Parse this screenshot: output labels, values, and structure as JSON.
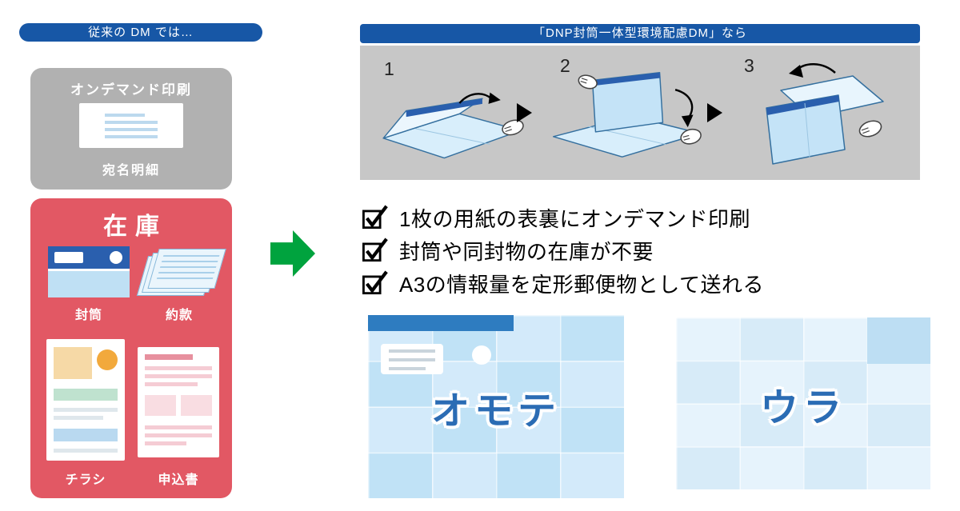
{
  "colors": {
    "header_blue": "#1757a6",
    "illustration_blue": "#2a5fae",
    "sheet_light_blue": "#cfe9fa",
    "stock_red": "#e25864",
    "arrow_green": "#00a33e",
    "panel_gray": "#c7c7c7",
    "box_gray": "#b1b1b1",
    "label_blue": "#2b6cb4"
  },
  "left": {
    "header": "従来の DM では…",
    "ondemand": {
      "title": "オンデマンド印刷",
      "caption": "宛名明細"
    },
    "stock": {
      "title": "在庫",
      "items": [
        {
          "label": "封筒"
        },
        {
          "label": "約款"
        },
        {
          "label": "チラシ"
        },
        {
          "label": "申込書"
        }
      ]
    }
  },
  "right": {
    "header": "「DNP封筒一体型環境配慮DM」なら",
    "steps": [
      "1",
      "2",
      "3"
    ],
    "checklist": [
      "1枚の用紙の表裏にオンデマンド印刷",
      "封筒や同封物の在庫が不要",
      "A3の情報量を定形郵便物として送れる"
    ],
    "front_label": "オモテ",
    "back_label": "ウラ"
  }
}
